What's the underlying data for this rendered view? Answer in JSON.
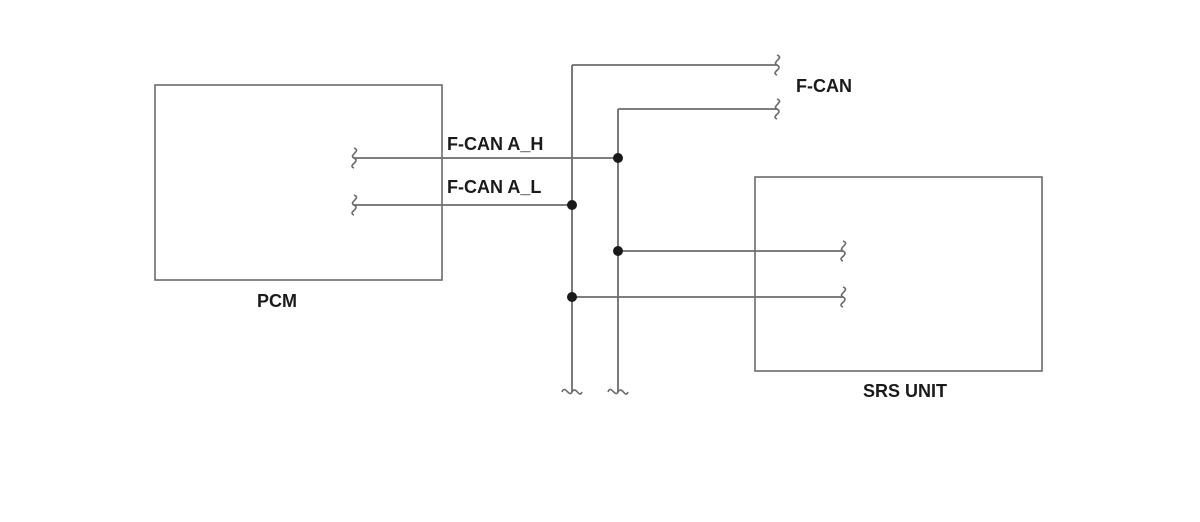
{
  "diagram": {
    "labels": {
      "pcm": "PCM",
      "srs_unit": "SRS UNIT",
      "fcan": "F-CAN",
      "fcan_a_h": "F-CAN A_H",
      "fcan_a_l": "F-CAN A_L"
    },
    "colors": {
      "line": "#6b6b6b",
      "text": "#1a1a1a",
      "background": "#ffffff"
    }
  }
}
